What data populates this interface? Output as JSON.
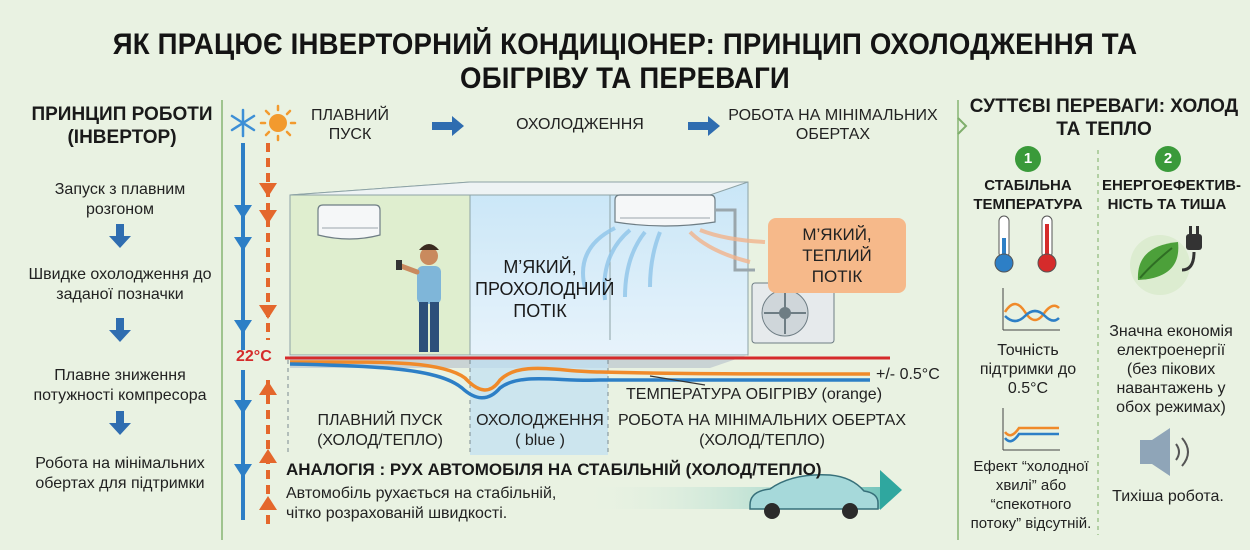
{
  "title": "ЯК ПРАЦЮЄ ІНВЕРТОРНИЙ КОНДИЦІОНЕР: ПРИНЦИП ОХОЛОДЖЕННЯ ТА ОБІГРІВУ ТА ПЕРЕВАГИ",
  "left": {
    "heading": "ПРИНЦИП РОБОТИ (ІНВЕРТОР)",
    "steps": [
      "Запуск з плавним розгоном",
      "Швидке охолодження до заданої позначки",
      "Плавне зниження потужності компресора",
      "Робота на мінімальних обертах для підтримки"
    ]
  },
  "flow": {
    "stage1": "ПЛАВНИЙ ПУСК",
    "stage2": "ОХОЛОДЖЕННЯ",
    "stage3": "РОБОТА НА МІНІМАЛЬНИХ ОБЕРТАХ"
  },
  "scene": {
    "cool_flow": "М’ЯКИЙ, ПРОХОЛОДНИЙ ПОТІК",
    "warm_flow": "М’ЯКИЙ, ТЕПЛИЙ ПОТІК",
    "temp_setpoint": "22°C",
    "tolerance": "+/- 0.5°C",
    "heating_curve_label": "ТЕМПЕРАТУРА ОБІГРІВУ (orange)",
    "phase1": "ПЛАВНИЙ ПУСК (ХОЛОД/ТЕПЛО)",
    "phase2": "ОХОЛОДЖЕННЯ ( blue )",
    "phase3": "РОБОТА НА МІНІМАЛЬНИХ ОБЕРТАХ (ХОЛОД/ТЕПЛО)"
  },
  "analogy": {
    "heading": "АНАЛОГІЯ   : РУХ АВТОМОБІЛЯ НА СТАБІЛЬНІЙ (ХОЛОД/ТЕПЛО)",
    "text": "Автомобіль рухається на стабільній, чітко розрахованій швидкості."
  },
  "right": {
    "heading": "СУТТЄВІ ПЕРЕВАГИ: ХОЛОД ТА ТЕПЛО",
    "col1": {
      "num": "1",
      "heading": "СТАБІЛЬНА ТЕМПЕРАТУРА",
      "text1": "Точність підтримки до 0.5°C",
      "text2": "Ефект “холодної хвилі” або “спекотного потоку” відсутній."
    },
    "col2": {
      "num": "2",
      "heading": "ЕНЕРГОЕФЕКТИВ-НІСТЬ ТА ТИША",
      "text1": "Значна економія електроенергії (без пікових навантажень у обох режимах)",
      "text2": "Тихіша робота."
    }
  },
  "colors": {
    "cool": "#2d7fc6",
    "warm": "#e4672c",
    "setpoint": "#d52b2b",
    "accent_green": "#3a9a3a"
  }
}
